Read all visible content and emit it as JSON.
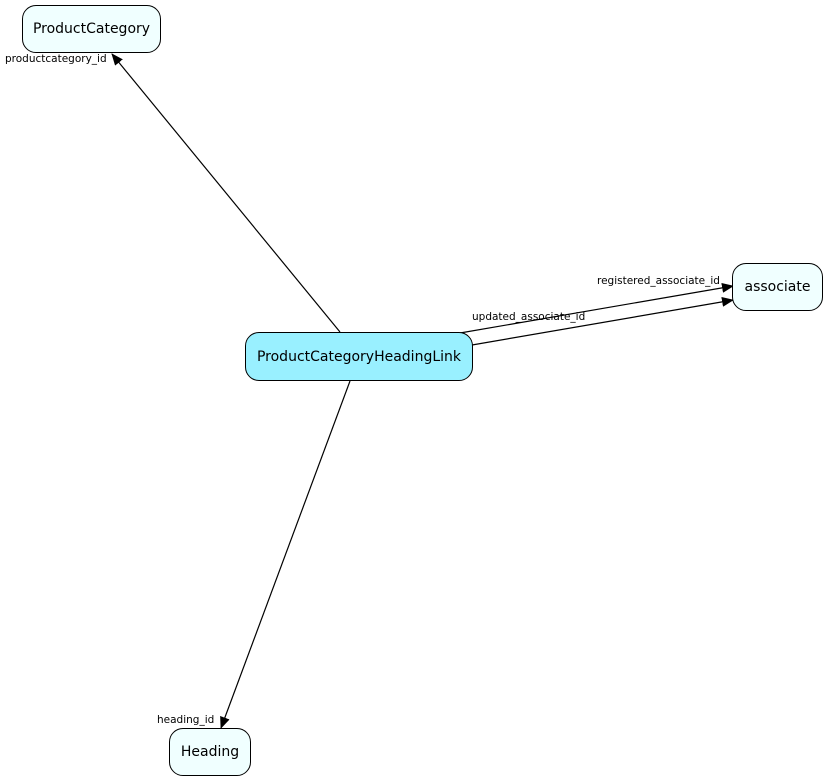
{
  "colors": {
    "center_fill": "#99f0ff",
    "node_fill": "#f0ffff",
    "stroke": "#000000"
  },
  "nodes": {
    "productcategory": "ProductCategory",
    "center": "ProductCategoryHeadingLink",
    "associate": "associate",
    "heading": "Heading"
  },
  "edges": {
    "productcategory_id": "productcategory_id",
    "registered_associate_id": "registered_associate_id",
    "updated_associate_id": "updated_associate_id",
    "heading_id": "heading_id"
  }
}
